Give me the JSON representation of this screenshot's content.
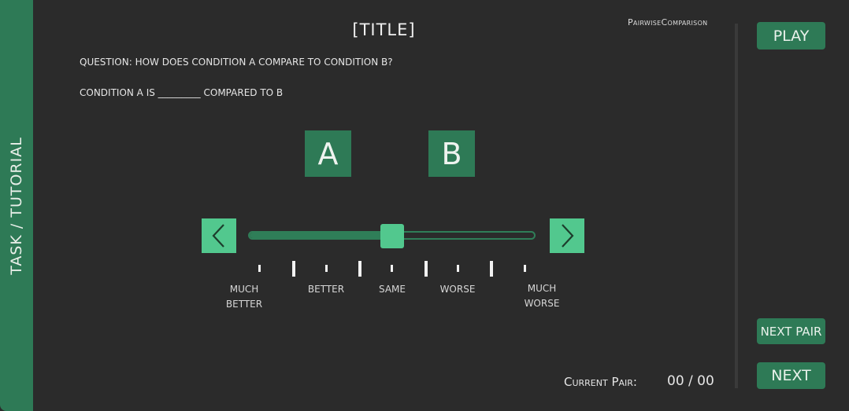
{
  "sidebar": {
    "label": "TASK / TUTORIAL"
  },
  "header": {
    "title": "[TITLE]",
    "app_name": "PairwiseComparison"
  },
  "prompt": {
    "question": "QUESTION: HOW DOES CONDITION A COMPARE TO CONDITION B?",
    "statement": "CONDITION A IS _________ COMPARED TO B"
  },
  "conditions": {
    "a_label": "A",
    "b_label": "B"
  },
  "slider": {
    "value_fraction": 0.5,
    "labels": {
      "much_better": "MUCH\nBETTER",
      "better": "BETTER",
      "same": "SAME",
      "worse": "WORSE",
      "much_worse": "MUCH\nWORSE"
    }
  },
  "buttons": {
    "play": "PLAY",
    "next_pair": "NEXT PAIR",
    "next": "NEXT"
  },
  "status": {
    "current_pair_label": "Current Pair:",
    "current_pair_value": "00 / 00"
  },
  "colors": {
    "accent_dark": "#2e7a56",
    "accent_light": "#52c88e",
    "background": "#2b2b2b"
  },
  "icons": {
    "left": "chevron-left-icon",
    "right": "chevron-right-icon"
  }
}
